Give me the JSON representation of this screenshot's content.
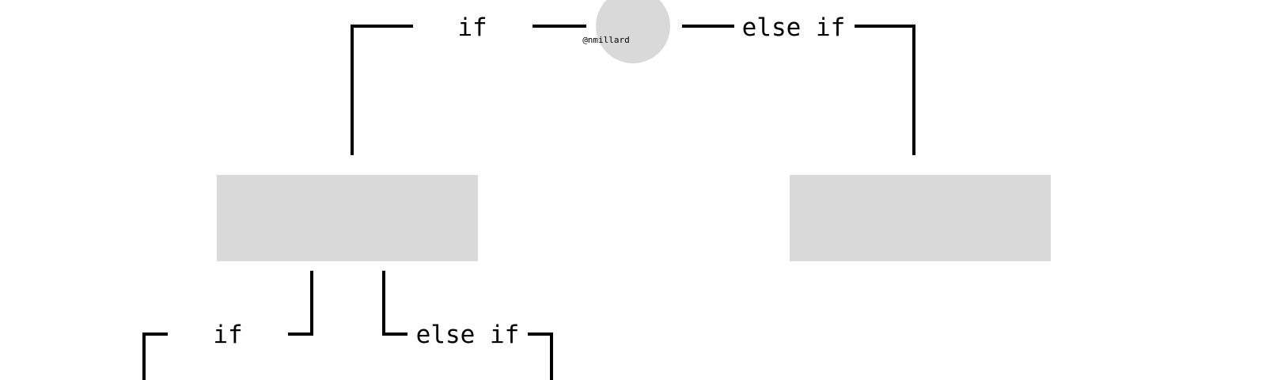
{
  "colors": {
    "node_fill": "#d9d9d9",
    "line": "#000000",
    "background": "#ffffff"
  },
  "root": {
    "handle": "@nmillard"
  },
  "top_branches": {
    "left_label": "if",
    "right_label": "else if"
  },
  "sub_branches": {
    "left_label": "if",
    "right_label": "else if"
  }
}
